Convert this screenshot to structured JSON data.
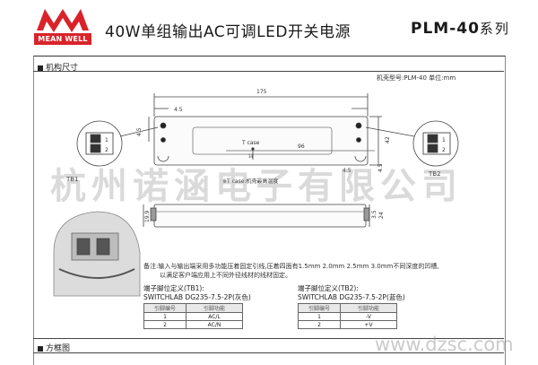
{
  "header": {
    "brand": "MEAN WELL",
    "title": "40W单组输出AC可调LED开关电源",
    "model": "PLM-40",
    "model_suffix": "系列"
  },
  "sections": {
    "mechanical": "机构尺寸",
    "block": "方框图"
  },
  "case_info": "机壳型号:PLM-40    单位:mm",
  "drawing": {
    "length": "175",
    "dim_45_top": "4.5",
    "dim_45_left": "4.5",
    "dim_42": "42",
    "dim_96": "96",
    "dim_34": "34",
    "tcase": "T case",
    "tcase_note": "※T case:机壳最高温度",
    "tb1": "TB1",
    "tb2": "TB2",
    "dim_45_right": "4.5",
    "dim_45_bottom": "4.5",
    "height": "19.9",
    "dim_35": "3.5",
    "dim_24": "24",
    "pin1": "1",
    "pin2": "2"
  },
  "notes": {
    "line1": "备注:输入与输出端采用多功能压着固定引线,压着四面有1.5mm 2.0mm 2.5mm 3.0mm不同深度的凹槽,",
    "line2": "以满足客户端应用上不同外径线材的线材固定。"
  },
  "tb1_block": {
    "title": "端子脚位定义(TB1):",
    "type": "SWITCHLAB DG235-7.5-2P(灰色)",
    "header": [
      "引脚编号",
      "引脚功能"
    ],
    "rows": [
      [
        "1",
        "AC/L"
      ],
      [
        "2",
        "AC/N"
      ]
    ]
  },
  "tb2_block": {
    "title": "端子脚位定义(TB2):",
    "type": "SWITCHLAB DG235-7.5-2P(蓝色)",
    "header": [
      "引脚编号",
      "引脚功能"
    ],
    "rows": [
      [
        "1",
        "-V"
      ],
      [
        "2",
        "+V"
      ]
    ]
  },
  "watermark": {
    "cn": "杭州诺涵电子有限公司",
    "url": "www.dzsc.com"
  },
  "colors": {
    "brand_red": "#d9232a"
  }
}
